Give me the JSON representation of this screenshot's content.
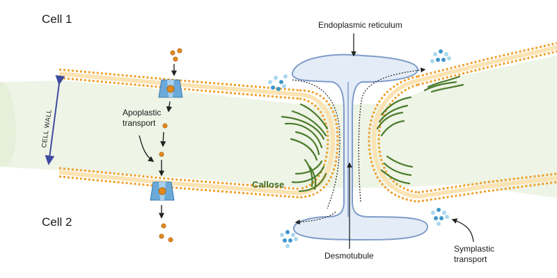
{
  "labels": {
    "cell1": "Cell 1",
    "cell2": "Cell 2",
    "cell_wall": "CELL WALL",
    "apoplastic_line1": "Apoplastic",
    "apoplastic_line2": "transport",
    "callose": "Callose",
    "er": "Endoplasmic reticulum",
    "desmotubule": "Desmotubule",
    "symplastic_line1": "Symplastic",
    "symplastic_line2": "transport"
  },
  "colors": {
    "cell_wall_fill": "#eef4e6",
    "membrane_orange": "#f0a02a",
    "membrane_core": "#fbe3b4",
    "er_fill": "#e3ecf7",
    "er_stroke": "#7f9cc9",
    "callose_green": "#4a7a2a",
    "transporter_blue": "#6aa9d8",
    "molecule_orange": "#e08a1e",
    "molecule_blue": "#3f97c9",
    "molecule_light_blue": "#a9d8ee",
    "arrow_dark": "#222222",
    "wall_arrow": "#3f4aa0"
  }
}
